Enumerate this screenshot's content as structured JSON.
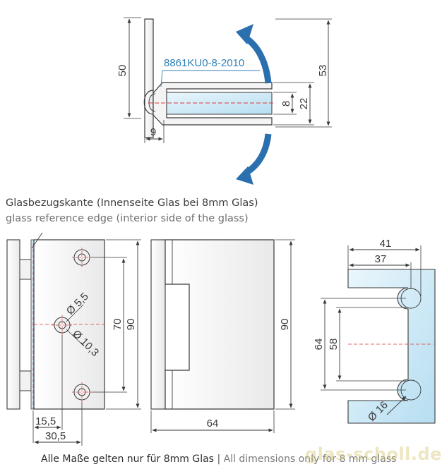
{
  "top_view": {
    "part_code": "8861KU0-8-2010",
    "dim_height_left": "50",
    "dim_height_right": "53",
    "dim_glass": "8",
    "dim_clamp": "22",
    "dim_offset": "9"
  },
  "reference": {
    "caption_de": "Glasbezugskante (Innenseite Glas bei 8mm Glas)",
    "caption_en": "glass reference edge (interior side of the glass)"
  },
  "front_view": {
    "hole_small": "Ø 5,5",
    "hole_large": "Ø 10,3",
    "dim_hole_spacing": "70",
    "dim_height": "90",
    "dim_width_a": "15,5",
    "dim_width_b": "30,5"
  },
  "side_view": {
    "dim_height": "90",
    "dim_width": "64"
  },
  "cutout_view": {
    "dim_width_outer": "41",
    "dim_width_inner": "37",
    "dim_height_outer": "64",
    "dim_height_inner": "58",
    "dim_radius": "Ø 16"
  },
  "footer": {
    "text_de": "Alle Maße gelten nur für 8mm Glas",
    "separator": "|",
    "text_en": "All dimensions only for 8 mm glass"
  },
  "watermark": "glas-scholl.de",
  "colors": {
    "line": "#3a3a3a",
    "arrow_blue": "#2a6fae",
    "glass_blue": "#bfe3f3",
    "code_blue": "#2f7fb5",
    "center_red": "#d9383a"
  }
}
